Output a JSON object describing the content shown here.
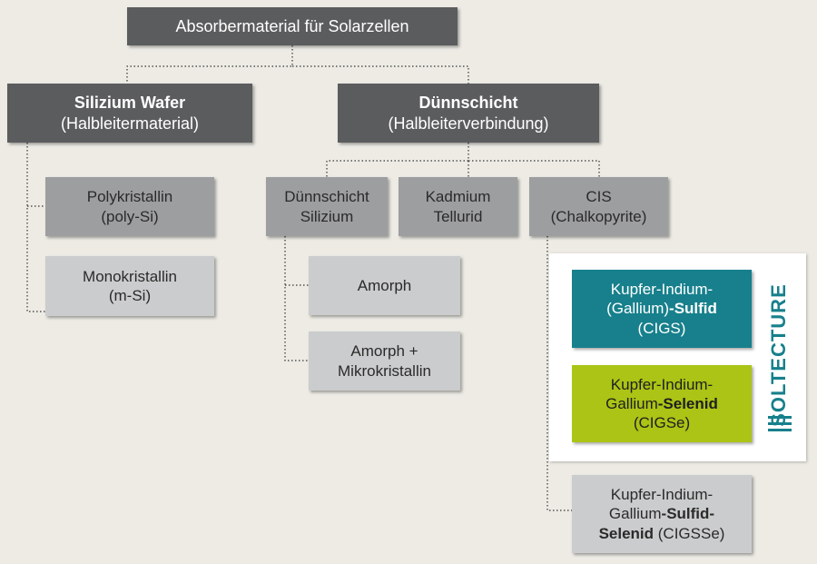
{
  "root": "Absorbermaterial für Solarzellen",
  "silizium_wafer": {
    "title": "Silizium Wafer",
    "subtitle": "(Halbleitermaterial)"
  },
  "duennschicht": {
    "title": "Dünnschicht",
    "subtitle": "(Halbleiterverbindung)"
  },
  "polykristallin": {
    "line1": "Polykristallin",
    "line2": "(poly-Si)"
  },
  "monokristallin": {
    "line1": "Monokristallin",
    "line2": "(m-Si)"
  },
  "duennschicht_silizium": {
    "line1": "Dünnschicht",
    "line2": "Silizium"
  },
  "kadmium_tellurid": {
    "line1": "Kadmium",
    "line2": "Tellurid"
  },
  "cis": {
    "line1": "CIS",
    "line2": "(Chalkopyrite)"
  },
  "amorph": {
    "line1": "Amorph"
  },
  "amorph_mikro": {
    "line1": "Amorph +",
    "line2": "Mikrokristallin"
  },
  "cigs": {
    "line1": "Kupfer-Indium-",
    "line2a": "(Gallium)",
    "line2b": "-Sulfid",
    "line3": "(CIGS)"
  },
  "cigse": {
    "line1": "Kupfer-Indium-",
    "line2a": "Gallium",
    "line2b": "-Selenid",
    "line3": "(CIGSe)"
  },
  "cigsse": {
    "line1": "Kupfer-Indium-",
    "line2a": "Gallium",
    "line2b": "-Sulfid-",
    "line3a": "Selenid",
    "line3b": " (CIGSSe)"
  },
  "logo": {
    "text": "SOLTECTURE"
  },
  "colors": {
    "dark": "#5b5c5e",
    "mid": "#9d9ea0",
    "light": "#cbcccd",
    "teal": "#17808c",
    "lime": "#abc415",
    "background": "#edebe4"
  }
}
